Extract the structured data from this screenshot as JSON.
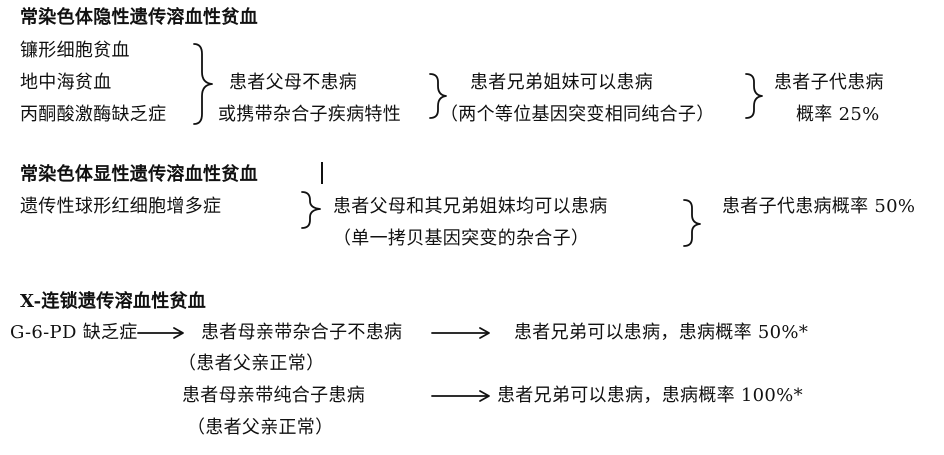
{
  "section_recessive": {
    "title": "常染色体隐性遗传溶血性贫血",
    "diseases": [
      "镰形细胞贫血",
      "地中海贫血",
      "丙酮酸激酶缺乏症"
    ],
    "step1_line1": "患者父母不患病",
    "step1_line2": "或携带杂合子疾病特性",
    "step2_line1": "患者兄弟姐妹可以患病",
    "step2_line2": "（两个等位基因突变相同纯合子）",
    "step3_line1": "患者子代患病",
    "step3_line2": "概率 25%"
  },
  "section_dominant": {
    "title": "常染色体显性遗传溶血性贫血",
    "disease": "遗传性球形红细胞增多症",
    "step1_line1": "患者父母和其兄弟姐妹均可以患病",
    "step1_line2": "（单一拷贝基因突变的杂合子）",
    "step2_line1": "患者子代患病概率 50%"
  },
  "section_xlinked": {
    "title": "X-连锁遗传溶血性贫血",
    "disease": "G-6-PD 缺乏症",
    "row1_text": "患者母亲带杂合子不患病",
    "row1_note": "（患者父亲正常）",
    "row1_result": "患者兄弟可以患病，患病概率 50%*",
    "row2_text": "患者母亲带纯合子患病",
    "row2_note": "（患者父亲正常）",
    "row2_result": "患者兄弟可以患病，患病概率 100%*"
  }
}
